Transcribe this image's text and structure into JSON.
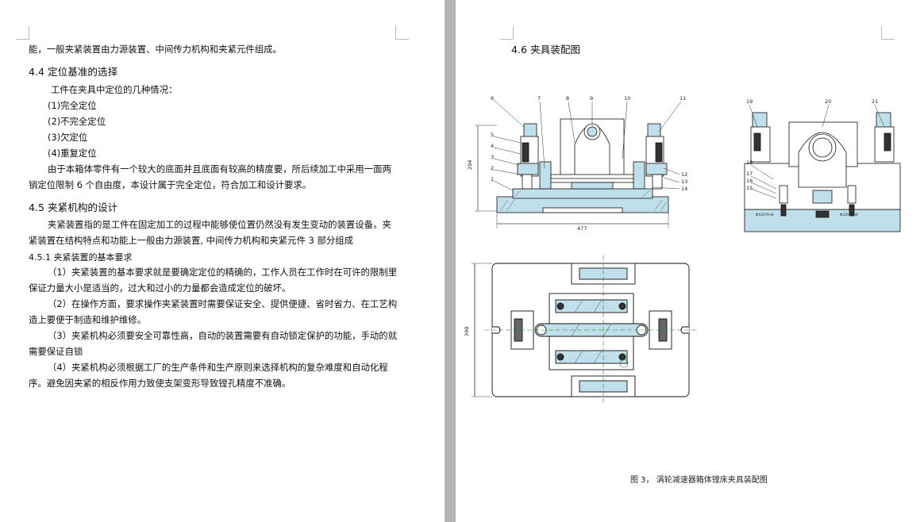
{
  "left_page": {
    "line_intro": "能，一般夹紧装置由力源装置、中间传力机构和夹紧元件组成。",
    "sec_4_4": "4.4  定位基准的选择",
    "p_44_lead": "工件在夹具中定位的几种情况：",
    "locating_cases": [
      "(1)完全定位",
      "(2)不完全定位",
      "(3)欠定位",
      "(4)重复定位"
    ],
    "p_44_body": "由于本箱体零件有一个较大的底面并且底面有较高的精度要，所后续加工中采用一面两销定位限制 6 个自由度，本设计属于完全定位，符合加工和设计要求。",
    "sec_4_5": "4.5  夹紧机构的设计",
    "p_45_body": "夹紧装置指的是工件在固定加工的过程中能够使位置仍然没有发生变动的装置设备。夹紧装置在结构特点和功能上一般由力源装置, 中间传力机构和夹紧元件 3 部分组成",
    "sec_4_5_1": "4.5.1 夹紧装置的基本要求",
    "requirements": [
      "（1）夹紧装置的基本要求就是要确定定位的精确的，工作人员在工作时在可许的限制里保证力量大小是适当的，过大和过小的力量都会造成定位的破坏。",
      "（2）在操作方面，要求操作夹紧装置时需要保证安全、提供便捷、省时省力、在工艺构造上要便于制造和维护维修。",
      "（3）夹紧机构必须要安全可靠性高，自动的装置需要有自动锁定保护的功能，手动的就需要保证自锁",
      "（4）夹紧机构必须根据工厂的生产条件和生产原则来选择机构的复杂难度和自动化程序。避免因夹紧的相反作用力致使支架变形导致镗孔精度不准确。"
    ]
  },
  "right_page": {
    "sec_4_6": "4.6  夹具装配图",
    "front_view": {
      "balloons_left": [
        "6",
        "5",
        "4",
        "3",
        "2",
        "1"
      ],
      "balloons_top": [
        "7",
        "8",
        "9",
        "10",
        "11"
      ],
      "balloons_right": [
        "12",
        "13",
        "14"
      ],
      "dim_width": "477",
      "dim_height": "204"
    },
    "side_view": {
      "balloons_top": [
        "19",
        "20",
        "21"
      ],
      "balloons_left": [
        "18",
        "17",
        "16",
        "15"
      ],
      "fit_labels": [
        "Φ12H7/n6",
        "Φ12H7/n6"
      ]
    },
    "plan_view": {
      "dim_height": "390"
    },
    "caption": "图 3， 涡轮减速器箱体镗床夹具装配图"
  },
  "colors": {
    "fill": "#bfe0ea",
    "line": "#111111",
    "accent": "#1c8a1c"
  }
}
